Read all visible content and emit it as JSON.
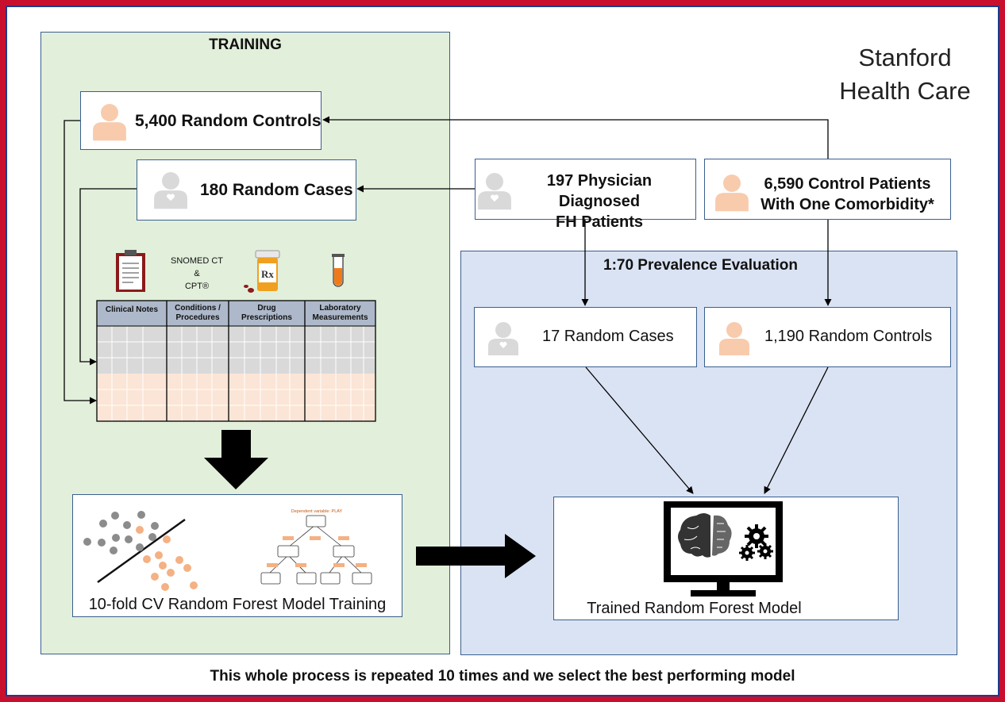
{
  "institution": "Stanford\nHealth Care",
  "institution_lines": [
    "Stanford",
    "Health Care"
  ],
  "training": {
    "title": "TRAINING",
    "random_controls": "5,400 Random Controls",
    "random_cases": "180 Random Cases",
    "snomed_label": [
      "SNOMED CT",
      "&",
      "CPT®"
    ],
    "table_columns": [
      [
        "Clinical Notes"
      ],
      [
        "Conditions /",
        "Procedures"
      ],
      [
        "Drug",
        "Prescriptions"
      ],
      [
        "Laboratory",
        "Measurements"
      ]
    ],
    "model_training_label": "10-fold CV Random Forest Model Training",
    "tree_title": "Dependent variable: PLAY"
  },
  "sources": {
    "fh_patients": [
      "197 Physician Diagnosed",
      "FH Patients"
    ],
    "control_patients": [
      "6,590 Control Patients",
      "With One Comorbidity*"
    ]
  },
  "evaluation": {
    "title": "1:70 Prevalence Evaluation",
    "random_cases": "17 Random Cases",
    "random_controls": "1,190 Random Controls",
    "trained_model": "Trained Random Forest Model"
  },
  "footer": "This whole process is repeated 10 times and we select the best performing model",
  "colors": {
    "frame": "#c8102e",
    "training_bg": "#e2efda",
    "evaluation_bg": "#dae3f3",
    "control_person": "#f8cbad",
    "case_person": "#d9d9d9",
    "table_header": "#adb9ca",
    "case_rows": "#d9d9d9",
    "control_rows": "#fbe5d6"
  }
}
